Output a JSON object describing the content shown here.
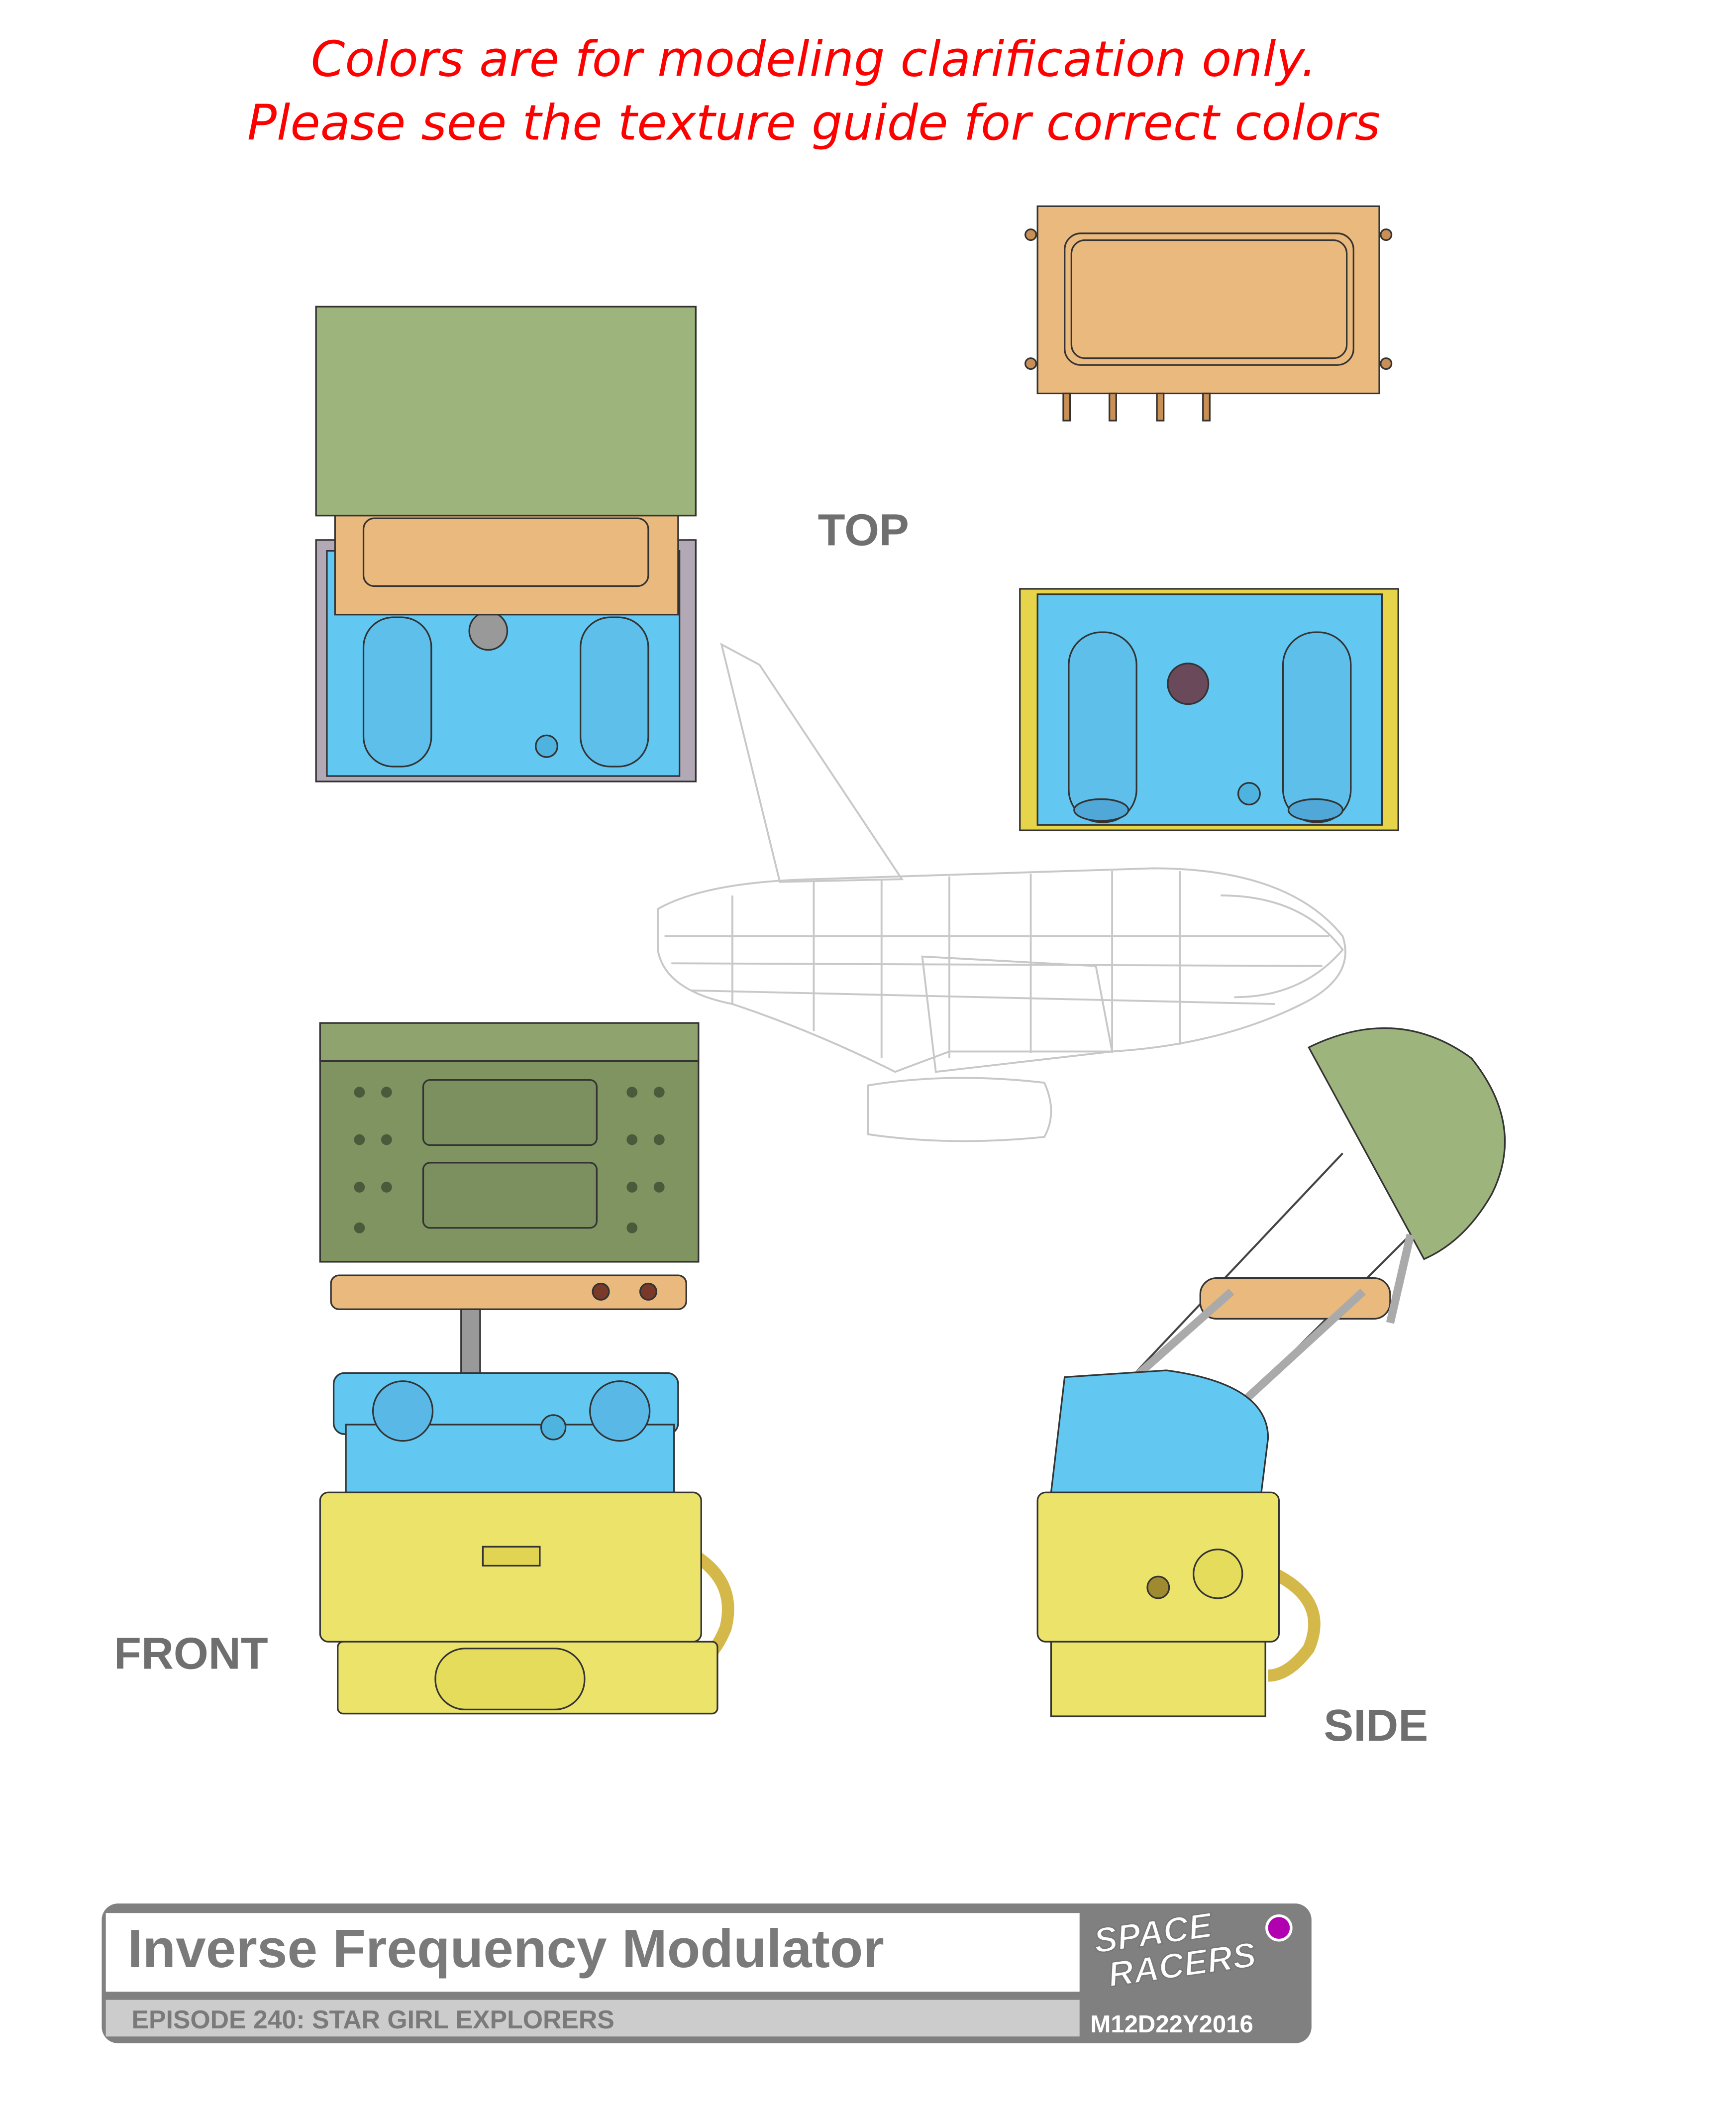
{
  "note": {
    "line1": "Colors are for modeling clarification only.",
    "line2": "Please see the texture guide for correct colors"
  },
  "views": {
    "top": "TOP",
    "front": "FRONT",
    "side": "SIDE"
  },
  "title_block": {
    "title": "Inverse Frequency Modulator",
    "episode": "EPISODE 240: STAR GIRL EXPLORERS",
    "logo_line1": "SPACE",
    "logo_line2": "RACERS",
    "date": "M12D22Y2016"
  },
  "colors": {
    "note_red": "#ff0000",
    "panel_green": "#9db57c",
    "orange": "#e9b97e",
    "blue": "#62c8f2",
    "yellow": "#ece46a",
    "title_gray": "#7f7f7f",
    "logo_dot": "#b000b0"
  }
}
